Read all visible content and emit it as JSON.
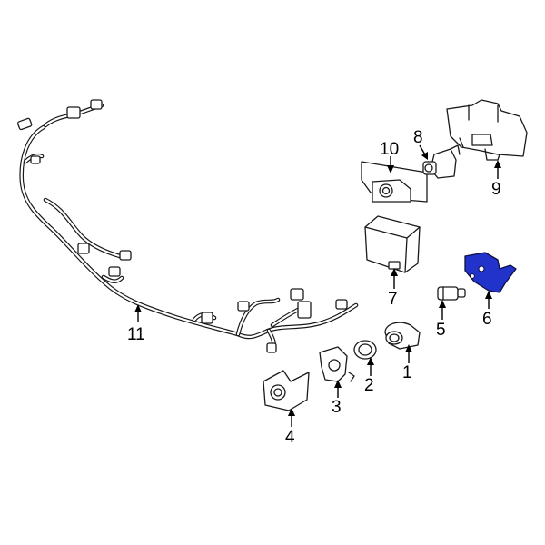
{
  "diagram": {
    "highlight_color": "#2233cc",
    "callouts": [
      {
        "id": "1",
        "label": "1"
      },
      {
        "id": "2",
        "label": "2"
      },
      {
        "id": "3",
        "label": "3"
      },
      {
        "id": "4",
        "label": "4"
      },
      {
        "id": "5",
        "label": "5"
      },
      {
        "id": "6",
        "label": "6"
      },
      {
        "id": "7",
        "label": "7"
      },
      {
        "id": "8",
        "label": "8"
      },
      {
        "id": "9",
        "label": "9"
      },
      {
        "id": "10",
        "label": "10"
      },
      {
        "id": "11",
        "label": "11"
      }
    ],
    "highlighted_part": "6"
  }
}
